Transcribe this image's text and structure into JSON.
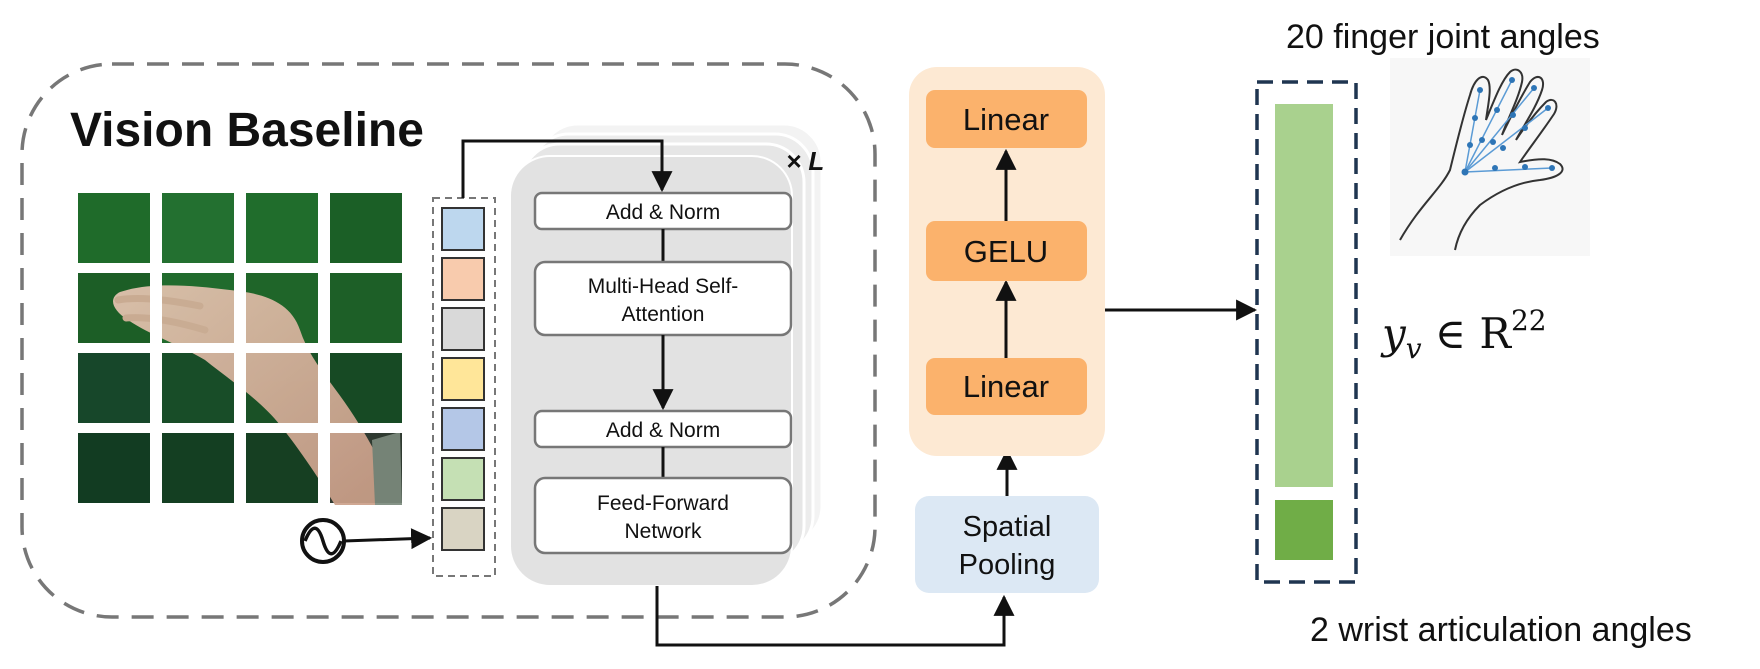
{
  "diagram": {
    "baseline_title": "Vision Baseline",
    "repeat_marker": "× L",
    "transformer": {
      "add_norm_top": "Add & Norm",
      "attention_line1": "Multi-Head Self-",
      "attention_line2": "Attention",
      "add_norm_bottom": "Add & Norm",
      "ffn_line1": "Feed-Forward",
      "ffn_line2": "Network"
    },
    "head": {
      "linear_top": "Linear",
      "gelu": "GELU",
      "linear_bottom": "Linear",
      "pooling_line1": "Spatial",
      "pooling_line2": "Pooling"
    },
    "output": {
      "finger_label": "20 finger joint angles",
      "wrist_label": "2 wrist articulation angles",
      "formula_var": "y",
      "formula_sub": "v",
      "formula_rel": " ∈ R",
      "formula_sup": "22"
    },
    "token_colors": [
      "#bdd7ee",
      "#f8cbad",
      "#d9d9d9",
      "#ffe699",
      "#b4c7e7",
      "#c5e0b4",
      "#d9d4c3"
    ],
    "icons": [
      "hand-patch-grid",
      "positional-encoding-icon",
      "hand-keypoint-icon"
    ]
  }
}
